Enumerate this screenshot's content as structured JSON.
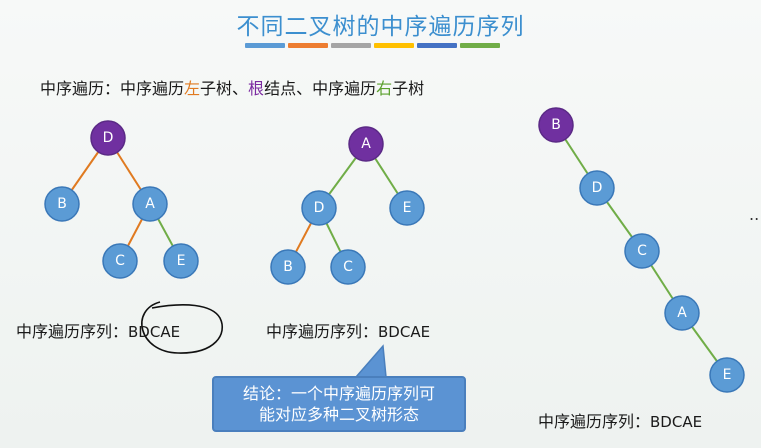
{
  "slide": {
    "title": "不同二叉树的中序遍历序列",
    "title_bar_colors": [
      "#5b9bd5",
      "#ed7d31",
      "#a5a5a5",
      "#ffc000",
      "#4472c4",
      "#70ad47"
    ]
  },
  "definition": {
    "prefix": "中序遍历：中序遍历",
    "left_word": "左",
    "part2": "子树、",
    "root_word": "根",
    "part3": "结点、中序遍历",
    "right_word": "右",
    "suffix": "子树",
    "colors": {
      "left": "#e07a20",
      "root": "#7b2aa0",
      "right": "#5aa02c"
    }
  },
  "trees": [
    {
      "nodes": [
        "D",
        "B",
        "A",
        "C",
        "E"
      ],
      "root": "D",
      "sequence_label": "中序遍历序列：",
      "sequence": "BDCAE"
    },
    {
      "nodes": [
        "A",
        "D",
        "E",
        "B",
        "C"
      ],
      "root": "A",
      "sequence_label": "中序遍历序列：",
      "sequence": "BDCAE"
    },
    {
      "nodes": [
        "B",
        "D",
        "C",
        "A",
        "E"
      ],
      "root": "B",
      "sequence_label": "中序遍历序列：",
      "sequence": "BDCAE"
    }
  ],
  "ellipsis": "..",
  "conclusion": {
    "line1": "结论：一个中序遍历序列可",
    "line2": "能对应多种二叉树形态"
  },
  "colors": {
    "node_fill": "#5b9bd5",
    "root_fill": "#7030a0",
    "left_edge": "#e07a20",
    "right_edge": "#70ad47"
  }
}
